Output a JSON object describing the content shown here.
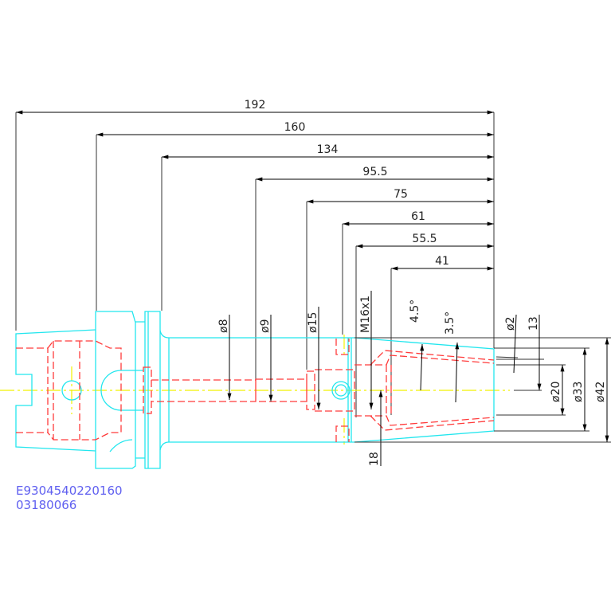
{
  "drawing": {
    "length_dims": [
      "192",
      "160",
      "134",
      "95.5",
      "75",
      "61",
      "55.5",
      "41"
    ],
    "diameter_dims": {
      "d8": "ø8",
      "d9": "ø9",
      "d15": "ø15",
      "thread": "M16x1",
      "d2": "ø2",
      "l13": "13",
      "d20": "ø20",
      "d33": "ø33",
      "d42": "ø42",
      "l18": "18"
    },
    "angles": {
      "a1": "4.5°",
      "a2": "3.5°"
    },
    "codes": [
      "E9304540220160",
      "03180066"
    ]
  },
  "colors": {
    "outline": "#22e6ee",
    "hidden": "#ff3b3b",
    "center": "#f2f200",
    "code": "#6060f0"
  }
}
